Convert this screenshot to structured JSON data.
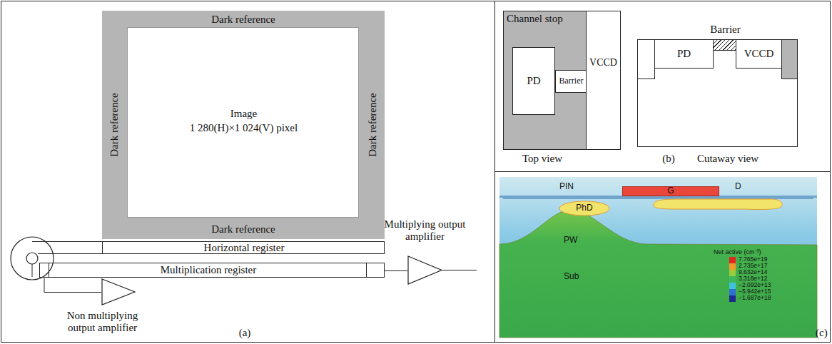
{
  "diagram": {
    "nodes": [
      {
        "text": [
          "Dark reference",
          "Dark reference",
          "Dark reference",
          "Dark reference"
        ]
      },
      {
        "text": [
          "Image",
          "1 280(H)×1 024(V) pixel"
        ],
        "in": 0
      },
      {
        "text": [
          "Horizontal register"
        ]
      },
      {
        "text": [
          "Multiplication register"
        ]
      },
      {
        "text": [
          "Multiplying output amplifier"
        ]
      },
      {
        "text": [
          "Non multiplying output amplifier"
        ]
      },
      {
        "text": [
          "Channel stop"
        ]
      },
      {
        "text": [
          "PD"
        ],
        "in": 6
      },
      {
        "text": [
          "Barrier"
        ],
        "in": 6
      },
      {
        "text": [
          "VCCD"
        ]
      },
      {
        "text": [
          "PD"
        ]
      },
      {
        "text": [
          "Barrier"
        ]
      },
      {
        "text": [
          "VCCD"
        ]
      },
      {
        "text": [
          "PhD"
        ]
      },
      {
        "text": [
          "G"
        ]
      }
    ],
    "edges": [
      {
        "from": 3,
        "to": 4,
        "arrow": "none"
      },
      {
        "from": 3,
        "to": 5,
        "arrow": "none"
      }
    ],
    "labels": [
      "Top view",
      "(b)",
      "Cutaway view",
      "PIN",
      "D",
      "PW",
      "Net active (cm⁻³)",
      "Sub",
      "(a)",
      "(c)"
    ],
    "legend": [
      {
        "text": "7.765e+19",
        "color": "#e3261f"
      },
      {
        "text": "2.735e+17",
        "color": "#f39a2b"
      },
      {
        "text": "9.632e+14",
        "color": "#9ccc3c"
      },
      {
        "text": "3.318e+12",
        "color": "#3fba5a"
      },
      {
        "text": "−2.092e+13",
        "color": "#3fc3dc"
      },
      {
        "text": "−5.942e+15",
        "color": "#2f6fd0"
      },
      {
        "text": "−1.687e+18",
        "color": "#1c2a8f"
      }
    ]
  }
}
